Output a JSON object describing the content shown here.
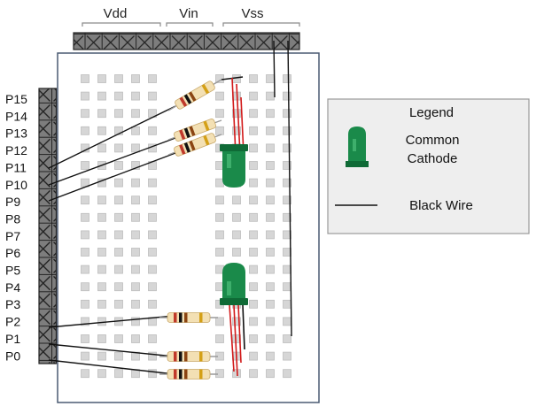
{
  "header_labels": [
    "Vdd",
    "Vin",
    "Vss"
  ],
  "pin_labels": [
    "P15",
    "P14",
    "P13",
    "P12",
    "P11",
    "P10",
    "P9",
    "P8",
    "P7",
    "P6",
    "P5",
    "P4",
    "P3",
    "P2",
    "P1",
    "P0"
  ],
  "legend": {
    "title": "Legend",
    "led_label_line1": "Common",
    "led_label_line2": "Cathode",
    "wire_label": "Black Wire"
  },
  "colors": {
    "board_outline": "#4a5a72",
    "hole_fill": "#d6d6d6",
    "hole_stroke": "#bdbdbd",
    "socket_fill": "#7d7d7d",
    "led_green": "#1a8a4a",
    "led_dark": "#0f6a36",
    "wire_black": "#111111",
    "wire_red": "#d21a1a",
    "resistor_body": "#f3e0b4",
    "legend_bg": "#eeeeee"
  }
}
